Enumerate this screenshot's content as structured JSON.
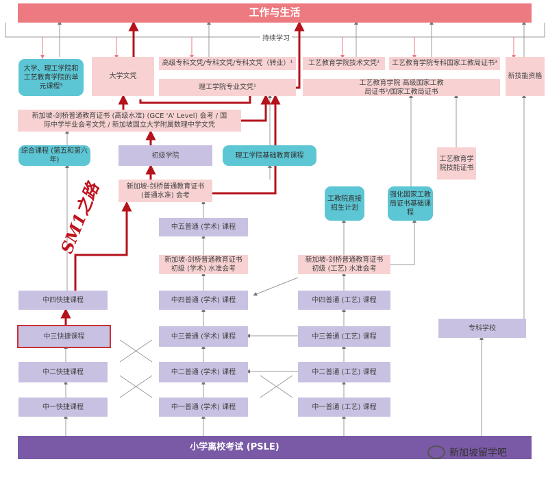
{
  "top": "工作与生活",
  "continuous": "持续学习",
  "boxes": {
    "modular": "大学、理工学院和工艺教育学院的单元课程³",
    "degree": "大学文凭",
    "adv_diploma": "高级专科文凭/专科文凭/专科文凭（转业）¹",
    "poly_diploma": "理工学院专业文凭¹",
    "ite_tech": "工艺教育学院技术文凭²",
    "ite_spec": "工艺教育学院专科国家工教局证书³",
    "ite_nitec": "工艺教育学院 高级国家工教局证书³/国家工教局证书",
    "skills": "新技能资格",
    "alevel": "新加坡-剑桥普通教育证书 (高级水准) (GCE 'A' Level) 会考 / 国际中学毕业会考文凭 / 新加坡国立大学附属数理中学文凭",
    "ip": "综合课程 (第五和第六年)",
    "jc": "初级学院",
    "pfp": "理工学院基础教育课程",
    "ite_skills": "工艺教育学院技能证书",
    "olevel": "新加坡-剑桥普通教育证书 (普通水准) 会考",
    "dsa": "工教院直接招生计划",
    "enhanced": "强化国家工教局证书基础课程",
    "s5na": "中五普通 (学术) 课程",
    "nalevel": "新加坡-剑桥普通教育证书 初级 (学术) 水准会考",
    "ntlevel": "新加坡-剑桥普通教育证书 初级 (工艺) 水准会考",
    "s4exp": "中四快捷课程",
    "s4na": "中四普通 (学术) 课程",
    "s4nt": "中四普通 (工艺) 课程",
    "s3exp": "中三快捷课程",
    "s3na": "中三普通 (学术) 课程",
    "s3nt": "中三普通 (工艺) 课程",
    "s2exp": "中二快捷课程",
    "s2na": "中二普通 (学术) 课程",
    "s2nt": "中二普通 (工艺) 课程",
    "s1exp": "中一快捷课程",
    "s1na": "中一普通 (学术) 课程",
    "s1nt": "中一普通 (工艺) 课程",
    "specialised": "专科学校"
  },
  "psle": "小学离校考试 (PSLE)",
  "path_label": "SM1之路",
  "watermark": "新加坡留学吧",
  "colors": {
    "path": "#b5121b",
    "banner": "#ec7a80",
    "pink": "#f8d2d2",
    "teal": "#5cc6d4",
    "purple": "#c9c1e2",
    "psle": "#7a5aa6"
  }
}
